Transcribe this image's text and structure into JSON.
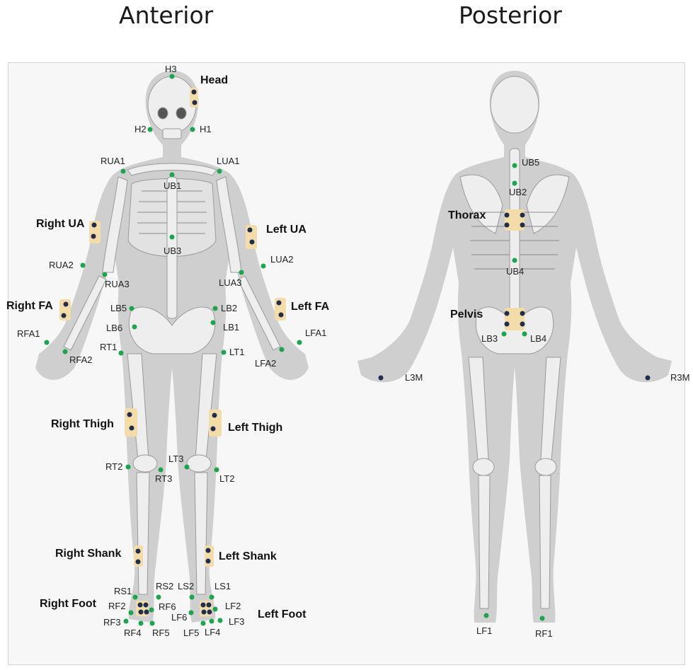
{
  "titles": {
    "anterior": "Anterior",
    "posterior": "Posterior"
  },
  "segments": [
    {
      "key": "head",
      "label": "Head"
    },
    {
      "key": "right_ua",
      "label": "Right UA"
    },
    {
      "key": "left_ua",
      "label": "Left UA"
    },
    {
      "key": "right_fa",
      "label": "Right FA"
    },
    {
      "key": "left_fa",
      "label": "Left FA"
    },
    {
      "key": "right_thigh",
      "label": "Right Thigh"
    },
    {
      "key": "left_thigh",
      "label": "Left Thigh"
    },
    {
      "key": "right_shank",
      "label": "Right Shank"
    },
    {
      "key": "left_shank",
      "label": "Left Shank"
    },
    {
      "key": "right_foot",
      "label": "Right Foot"
    },
    {
      "key": "left_foot",
      "label": "Left Foot"
    },
    {
      "key": "thorax",
      "label": "Thorax"
    },
    {
      "key": "pelvis",
      "label": "Pelvis"
    }
  ],
  "markers_anterior": [
    "H3",
    "H2",
    "H1",
    "RUA1",
    "LUA1",
    "UB1",
    "UB3",
    "RUA2",
    "RUA3",
    "LUA2",
    "LUA3",
    "LB5",
    "LB6",
    "LB2",
    "LB1",
    "RFA1",
    "RFA2",
    "LFA1",
    "LFA2",
    "RT1",
    "LT1",
    "RT2",
    "RT3",
    "LT3",
    "LT2",
    "RS1",
    "RS2",
    "LS2",
    "LS1",
    "RF2",
    "RF6",
    "RF3",
    "RF4",
    "RF5",
    "LF6",
    "LF5",
    "LF4",
    "LF2",
    "LF3"
  ],
  "markers_posterior": [
    "UB5",
    "UB2",
    "UB4",
    "LB3",
    "LB4",
    "L3M",
    "R3M",
    "LF1",
    "RF1"
  ],
  "colors": {
    "marker": "#1aa64a",
    "sensor_pad": "#f3dca8",
    "sensor_dot": "#1f2d4f",
    "bone": "#e6e6e6",
    "body": "#d0d0d0"
  }
}
